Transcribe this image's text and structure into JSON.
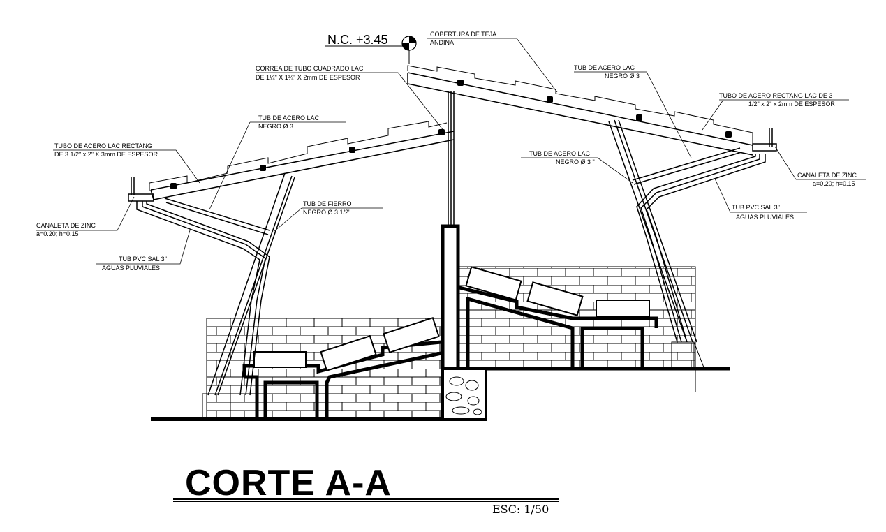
{
  "drawing": {
    "level_mark": "N.C. +3.45",
    "labels": {
      "cobertura_1": "COBERTURA DE TEJA",
      "cobertura_2": "ANDINA",
      "correa_1": "CORREA DE TUBO CUADRADO LAC",
      "correa_2": "DE 1¼\" X 1¼\" X 2mm DE ESPESOR",
      "tub_left_1": "TUB DE ACERO LAC",
      "tub_left_2": "NEGRO Ø 3",
      "tubo_rect_left_1": "TUBO DE ACERO LAC RECTANG",
      "tubo_rect_left_2": "DE 3 1/2\" x 2\" X 3mm DE ESPESOR",
      "tub_fierro_1": "TUB DE FIERRO",
      "tub_fierro_2": "NEGRO Ø 3 1/2\"",
      "canaleta_left_1": "CANALETA DE ZINC",
      "canaleta_left_2": "a=0.20; h=0.15",
      "pvc_left_1": "TUB PVC SAL 3\"",
      "pvc_left_2": "AGUAS PLUVIALES",
      "tub_right_top_1": "TUB DE ACERO LAC",
      "tub_right_top_2": "NEGRO Ø 3",
      "tubo_rect_right_1": "TUBO DE ACERO RECTANG LAC DE 3",
      "tubo_rect_right_2": "1/2\" x 2\" x 2mm DE ESPESOR",
      "tub_right_mid_1": "TUB DE ACERO LAC",
      "tub_right_mid_2": "NEGRO Ø 3 \"",
      "canaleta_right_1": "CANALETA DE ZINC",
      "canaleta_right_2": "a=0.20; h=0.15",
      "pvc_right_1": "TUB PVC SAL 3\"",
      "pvc_right_2": "AGUAS PLUVIALES"
    }
  },
  "footer": {
    "title": "CORTE A-A",
    "scale": "ESC: 1/50"
  }
}
